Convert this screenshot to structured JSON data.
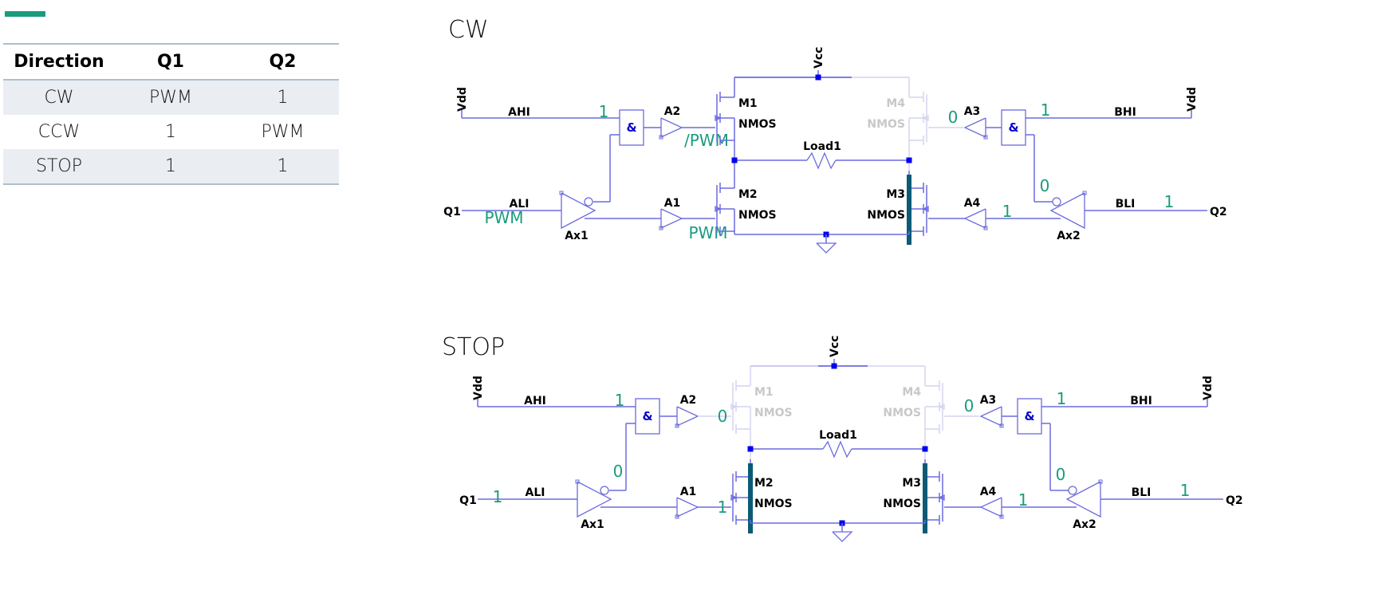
{
  "colors": {
    "accent": "#1a9c7c",
    "wire": "#6b6be0",
    "wire_dim": "#d4d4f0",
    "junction": "#0000ee",
    "active_bar": "#0a5a78",
    "label": "#000000",
    "label_dim": "#c8c8c8",
    "value": "#1a9c7c",
    "table_border": "#aebfca",
    "table_shade": "#eaeef2"
  },
  "truth_table": {
    "headers": [
      "Direction",
      "Q1",
      "Q2"
    ],
    "rows": [
      {
        "direction": "CW",
        "q1": "PWM",
        "q2": "1"
      },
      {
        "direction": "CCW",
        "q1": "1",
        "q2": "PWM"
      },
      {
        "direction": "STOP",
        "q1": "1",
        "q2": "1"
      }
    ]
  },
  "diagrams": [
    {
      "title": "CW",
      "labels": {
        "vdd_left": "Vdd",
        "vdd_right": "Vdd",
        "vcc": "Vcc",
        "ahi": "AHI",
        "ali": "ALI",
        "bhi": "BHI",
        "bli": "BLI",
        "q1": "Q1",
        "q2": "Q2",
        "a1": "A1",
        "a2": "A2",
        "a3": "A3",
        "a4": "A4",
        "ax1": "Ax1",
        "ax2": "Ax2",
        "m1": "M1",
        "m2": "M2",
        "m3": "M3",
        "m4": "M4",
        "nmos": "NMOS",
        "load": "Load1",
        "and": "&"
      },
      "transistors": {
        "M1": "on",
        "M2": "on",
        "M3": "active",
        "M4": "off"
      },
      "values": {
        "ahi": "1",
        "a2_out": "/PWM",
        "ali": "PWM",
        "a1_out": "PWM",
        "ax1_inv": "",
        "bhi": "1",
        "a3_out": "0",
        "ax2_inv": "0",
        "a4_in": "1",
        "bli": "1",
        "q1_in": ""
      }
    },
    {
      "title": "STOP",
      "labels": {
        "vdd_left": "Vdd",
        "vdd_right": "Vdd",
        "vcc": "Vcc",
        "ahi": "AHI",
        "ali": "ALI",
        "bhi": "BHI",
        "bli": "BLI",
        "q1": "Q1",
        "q2": "Q2",
        "a1": "A1",
        "a2": "A2",
        "a3": "A3",
        "a4": "A4",
        "ax1": "Ax1",
        "ax2": "Ax2",
        "m1": "M1",
        "m2": "M2",
        "m3": "M3",
        "m4": "M4",
        "nmos": "NMOS",
        "load": "Load1",
        "and": "&"
      },
      "transistors": {
        "M1": "off",
        "M2": "active",
        "M3": "active",
        "M4": "off"
      },
      "values": {
        "ahi": "1",
        "a2_out": "0",
        "ali": "",
        "a1_out": "1",
        "ax1_inv": "0",
        "bhi": "1",
        "a3_out": "0",
        "ax2_inv": "0",
        "a4_in": "1",
        "bli": "1",
        "q1_in": "1"
      }
    }
  ]
}
